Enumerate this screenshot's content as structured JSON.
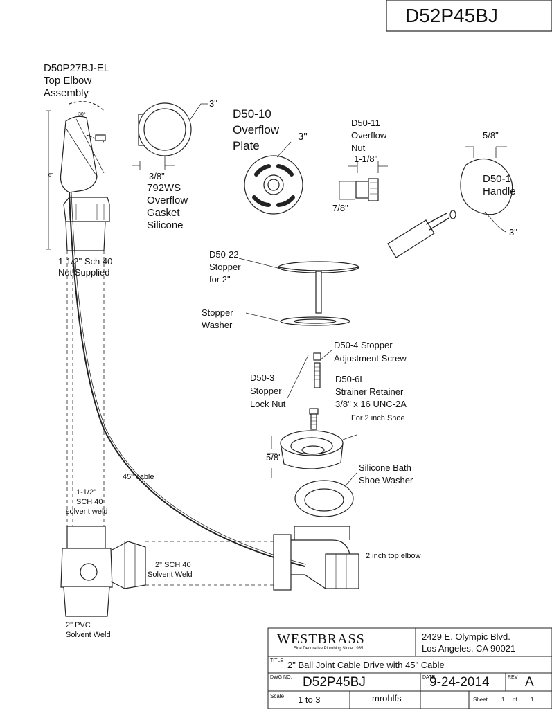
{
  "part_number": "D52P45BJ",
  "labels": {
    "elbow_code": "D50P27BJ-EL",
    "elbow_name": "Top Elbow",
    "elbow_name2": "Assembly",
    "elbow_angle": "30°",
    "elbow_height": "6\"",
    "pipe_top": "1-1/2\" Sch 40",
    "pipe_top2": "Not Supplied",
    "gasket_size": "3\"",
    "gasket_thk": "3/8\"",
    "gasket_code": "792WS",
    "gasket_name": "Overflow",
    "gasket_name2": "Gasket",
    "gasket_name3": "Silicone",
    "plate_code": "D50-10",
    "plate_name": "Overflow",
    "plate_name2": "Plate",
    "plate_size": "3\"",
    "nut_code": "D50-11",
    "nut_name": "Overflow",
    "nut_name2": "Nut",
    "nut_dim1": "1-1/8\"",
    "nut_dim2": "7/8\"",
    "handle_dim": "5/8\"",
    "handle_code": "D50-1",
    "handle_name": "Handle",
    "handle_size": "3\"",
    "stopper_code": "D50-22",
    "stopper_name": "Stopper",
    "stopper_for": "for 2\"",
    "washer_name": "Stopper",
    "washer_name2": "Washer",
    "screw_code": "D50-4 Stopper",
    "screw_name": "Adjustment Screw",
    "locknut_code": "D50-3",
    "locknut_name": "Stopper",
    "locknut_name2": "Lock Nut",
    "retainer_code": "D50-6L",
    "retainer_name": "Strainer Retainer",
    "retainer_thread": "3/8\" x 16 UNC-2A",
    "retainer_for": "For 2 inch Shoe",
    "shoe_dim": "5/8\"",
    "shoe_washer": "Silicone Bath",
    "shoe_washer2": "Shoe Washer",
    "cable": "45\" cable",
    "tee_size": "1-1/2\"",
    "tee_sch": "SCH 40",
    "tee_weld": "solvent weld",
    "elbow2_size": "2\" SCH 40",
    "elbow2_weld": "Solvent Weld",
    "pvc": "2\" PVC",
    "pvc_weld": "Solvent Weld",
    "top_elbow_bottom": "2 inch top elbow"
  },
  "title_block": {
    "company": "WESTBRASS",
    "tagline": "Fine Decorative Plumbing Since 1935",
    "address1": "2429 E. Olympic Blvd.",
    "address2": "Los Angeles, CA 90021",
    "title_label": "TITLE",
    "title": "2\" Ball Joint Cable Drive with 45\" Cable",
    "dwg_label": "DWG NO.",
    "dwg_no": "D52P45BJ",
    "date_label": "DATE",
    "date": "9-24-2014",
    "rev_label": "REV",
    "rev": "A",
    "scale_label": "Scale",
    "scale": "1 to 3",
    "drawn_by": "mrohlfs",
    "sheet_label": "Sheet",
    "sheet_no": "1",
    "sheet_of": "of",
    "sheet_total": "1"
  }
}
